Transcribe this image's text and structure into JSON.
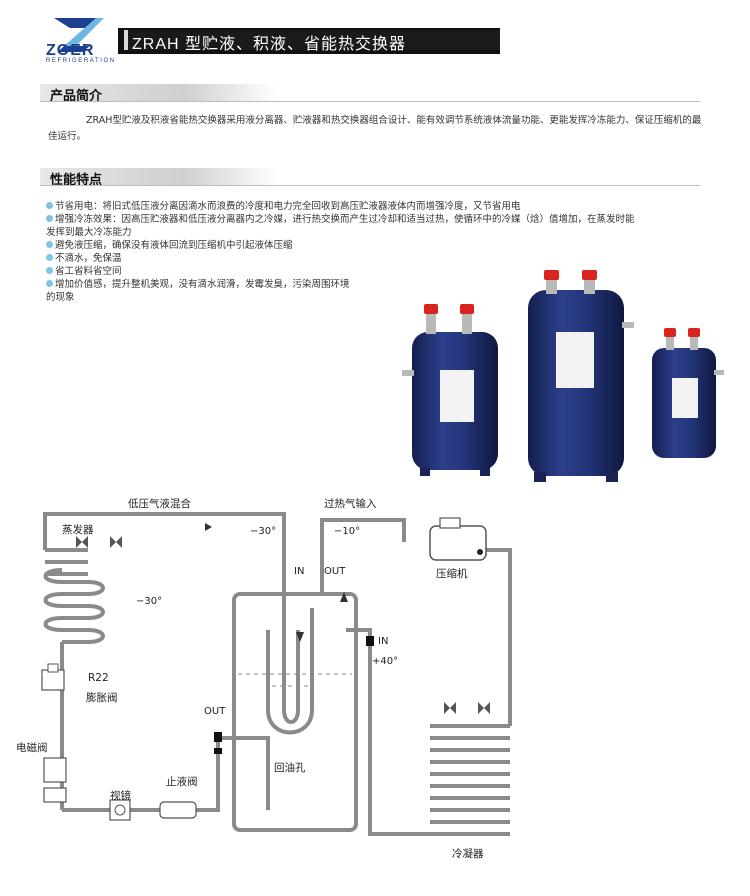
{
  "header": {
    "brand": "ZOER",
    "brand_sub": "REFRIGERATION",
    "title": "ZRAH 型贮液、积液、省能热交换器"
  },
  "intro": {
    "heading": "产品简介",
    "text": "ZRAH型贮液及积液省能热交换器采用液分离器、贮液器和热交换器组合设计、能有效调节系统液体流量功能、更能发挥冷冻能力、保证压缩机的最佳运行。"
  },
  "features": {
    "heading": "性能特点",
    "items": [
      "节省用电：将旧式低压液分离因滴水而浪费的冷度和电力完全回收到高压贮液器液体内而增强冷度，又节省用电",
      "增强冷冻效果：因高压贮液器和低压液分离器内之冷媒，进行热交换而产生过冷却和适当过热，使循环中的冷媒（焓）值增加，在蒸发时能",
      "避免液压缩，确保没有液体回流到压缩机中引起液体压缩",
      "不滴水，免保温",
      "省工省料省空间",
      "增加价值感，提升整机美观，没有滴水润滑，发霉发臭，污染周围环境"
    ],
    "continuations": {
      "1": "发挥到最大冷冻能力",
      "5": "的现象"
    }
  },
  "diagram": {
    "labels": {
      "low_pressure_mix": "低压气液混合",
      "superheat_input": "过热气输入",
      "evaporator": "蒸发器",
      "temp_minus30_top": "−30°",
      "temp_minus10": "−10°",
      "temp_minus30_left": "−30°",
      "compressor": "压缩机",
      "in_top": "IN",
      "out_top": "OUT",
      "in_right": "IN",
      "temp_plus40": "+40°",
      "r22": "R22",
      "expansion_valve": "膨胀阀",
      "out_left": "OUT",
      "solenoid_valve": "电磁阀",
      "sight_glass": "视镜",
      "check_valve": "止液阀",
      "oil_return": "回油孔",
      "condenser": "冷凝器"
    }
  },
  "colors": {
    "tank_blue": "#1f2f6e",
    "cap_red": "#d9231f",
    "bullet_blue": "#7fc3e6",
    "brand_blue": "#1d3f8f"
  }
}
